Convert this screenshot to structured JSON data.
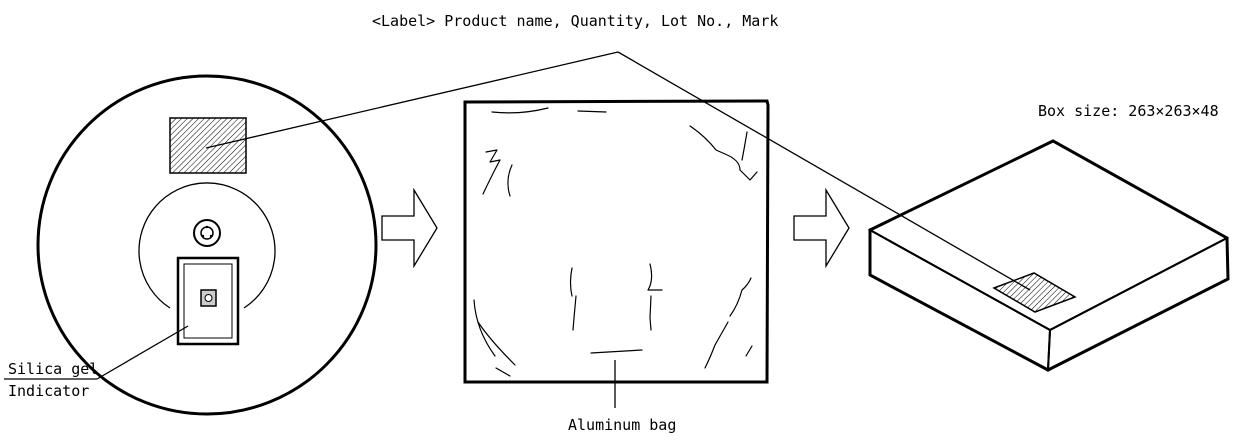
{
  "diagram": {
    "label_callout": "<Label> Product name, Quantity, Lot No., Mark",
    "box_size": "Box size: 263×263×48",
    "silica_gel": "Silica gel",
    "indicator": "Indicator",
    "aluminum_bag": "Aluminum bag"
  },
  "colors": {
    "line": "#000000",
    "hatch": "#000000",
    "background": "#ffffff"
  }
}
